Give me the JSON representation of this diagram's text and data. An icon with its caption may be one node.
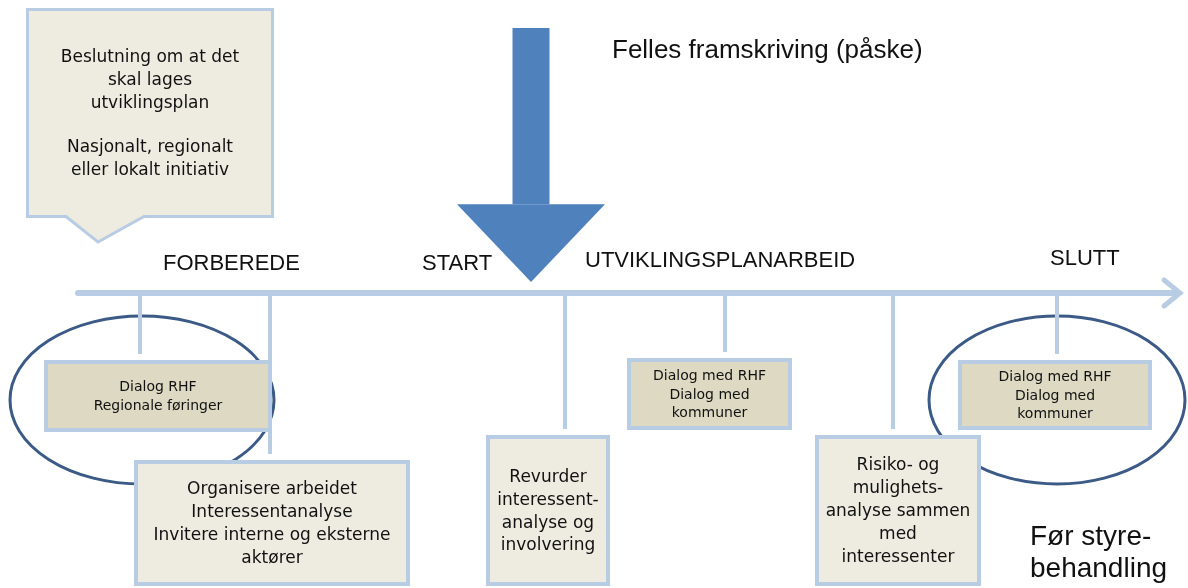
{
  "diagram": {
    "nodes": [
      {
        "text": [
          "Beslutning om at det skal lages utviklingsplan",
          "Nasjonalt, regionalt eller lokalt initiativ"
        ]
      },
      {
        "text": [],
        "shape": "bar"
      },
      {
        "text": [
          "Dialog RHF",
          "Regionale føringer"
        ]
      },
      {
        "text": [
          "Organisere arbeidet",
          "Interessentanalyse",
          "Invitere interne og eksterne aktører"
        ]
      },
      {
        "text": [
          "Revurder interessent-analyse og involvering"
        ]
      },
      {
        "text": [
          "Dialog med RHF",
          "Dialog med kommuner"
        ]
      },
      {
        "text": [
          "Risiko- og mulighets-analyse sammen med interessenter"
        ]
      },
      {
        "text": [
          "Dialog med RHF",
          "Dialog med kommuner"
        ]
      }
    ],
    "edges": [
      {
        "from": 1,
        "to": 2,
        "arrow": "none"
      },
      {
        "from": 1,
        "to": 3,
        "arrow": "none"
      },
      {
        "from": 1,
        "to": 4,
        "arrow": "none"
      },
      {
        "from": 1,
        "to": 5,
        "arrow": "none"
      },
      {
        "from": 1,
        "to": 6,
        "arrow": "none"
      },
      {
        "from": 1,
        "to": 7,
        "arrow": "none"
      },
      {
        "from": null,
        "to": 1,
        "arrow": "to",
        "label": "Felles framskriving (påske)",
        "style": "thick",
        "color": "#4f81bd"
      }
    ],
    "labels": [
      "FORBEREDE",
      "START",
      "UTVIKLINGSPLANARBEID",
      "SLUTT",
      "Før styre-behandling"
    ]
  }
}
